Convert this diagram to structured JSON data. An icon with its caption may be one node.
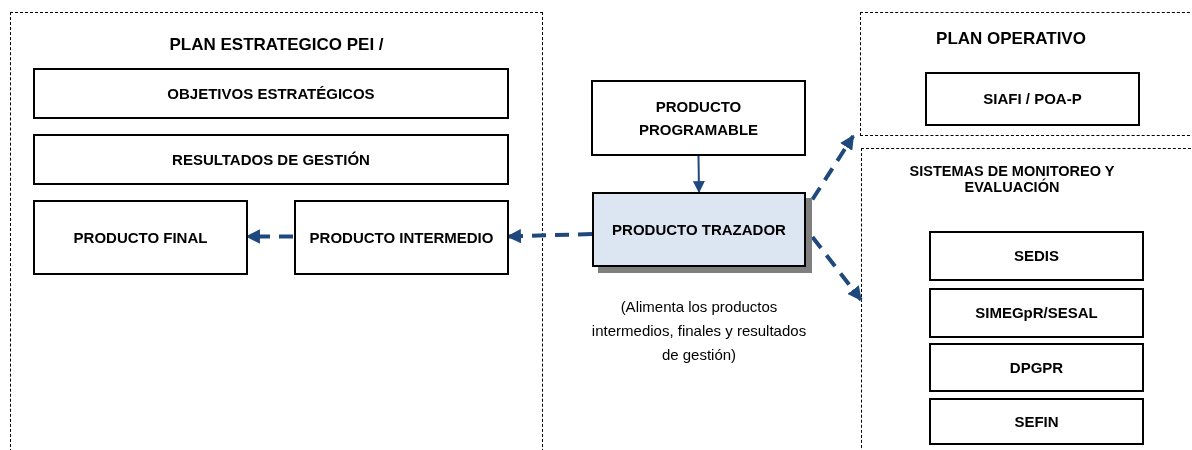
{
  "diagram": {
    "nodes": [
      {
        "text": [
          "PLAN ESTRATEGICO PEI /"
        ]
      },
      {
        "text": [
          "OBJETIVOS ESTRATÉGICOS"
        ],
        "in": 0
      },
      {
        "text": [
          "RESULTADOS DE GESTIÓN"
        ],
        "in": 0
      },
      {
        "text": [
          "PRODUCTO FINAL"
        ],
        "in": 0
      },
      {
        "text": [
          "PRODUCTO INTERMEDIO"
        ],
        "in": 0
      },
      {
        "text": [
          "PRODUCTO PROGRAMABLE"
        ]
      },
      {
        "text": [
          "PRODUCTO TRAZADOR"
        ],
        "beside": [
          "(Alimenta los productos intermedios, finales y resultados de gestión)"
        ]
      },
      {
        "text": [
          "PLAN OPERATIVO"
        ]
      },
      {
        "text": [
          "SIAFI / POA-P"
        ],
        "in": 7
      },
      {
        "text": [
          "SISTEMAS DE MONITOREO Y EVALUACIÓN"
        ]
      },
      {
        "text": [
          "SEDIS"
        ],
        "in": 9
      },
      {
        "text": [
          "SIMEGpR/SESAL"
        ],
        "in": 9
      },
      {
        "text": [
          "DPGPR"
        ],
        "in": 9
      },
      {
        "text": [
          "SEFIN"
        ],
        "in": 9
      }
    ],
    "edges": [
      {
        "from": 6,
        "to": 4,
        "arrow": "to",
        "style": "dashed"
      },
      {
        "from": 4,
        "to": 3,
        "arrow": "to",
        "style": "dashed"
      },
      {
        "from": 5,
        "to": 6,
        "arrow": "to"
      },
      {
        "from": 6,
        "to": 7,
        "arrow": "to",
        "style": "dashed"
      },
      {
        "from": 6,
        "to": 9,
        "arrow": "to",
        "style": "dashed"
      }
    ]
  }
}
